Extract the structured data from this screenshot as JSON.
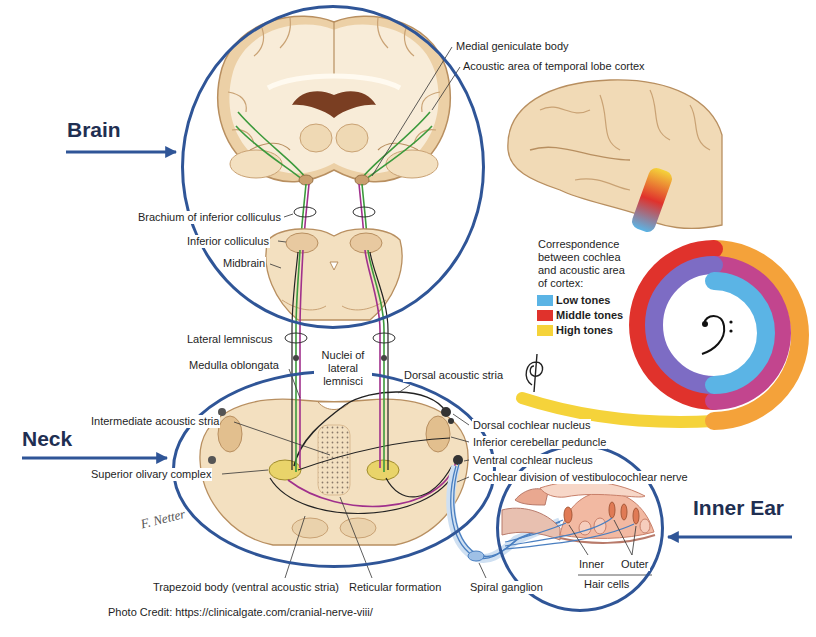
{
  "diagram": {
    "nodes": [
      {
        "text": [
          "Brain"
        ]
      },
      {
        "text": [
          "Neck"
        ]
      },
      {
        "text": [
          "Inner Ear"
        ]
      }
    ],
    "labels": [
      "Medial geniculate body",
      "Acoustic area of temporal lobe cortex",
      "Brachium of inferior colliculus",
      "Inferior colliculus",
      "Correspondence between cochlea and acoustic area of cortex:",
      "Midbrain",
      "Lateral lemniscus",
      "Nuclei of lateral lemnisci",
      "Medulla oblongata",
      "Dorsal acoustic stria",
      "Intermediate acoustic stria",
      "Dorsal cochlear nucleus",
      "Inferior cerebellar peduncle",
      "Superior olivary complex",
      "Ventral cochlear nucleus",
      "Cochlear division of vestibulocochlear nerve",
      "F. Netter",
      "Inner",
      "Outer",
      "Hair cells",
      "Trapezoid body (ventral acoustic stria)",
      "Reticular formation",
      "Spiral ganglion",
      "Photo Credit: https://clinicalgate.com/cranial-nerve-viii/"
    ],
    "legend": [
      {
        "text": "Low tones",
        "color": "#5bb4e5"
      },
      {
        "text": "Middle tones",
        "color": "#e0322c"
      },
      {
        "text": "High tones",
        "color": "#f5d33a"
      }
    ]
  }
}
